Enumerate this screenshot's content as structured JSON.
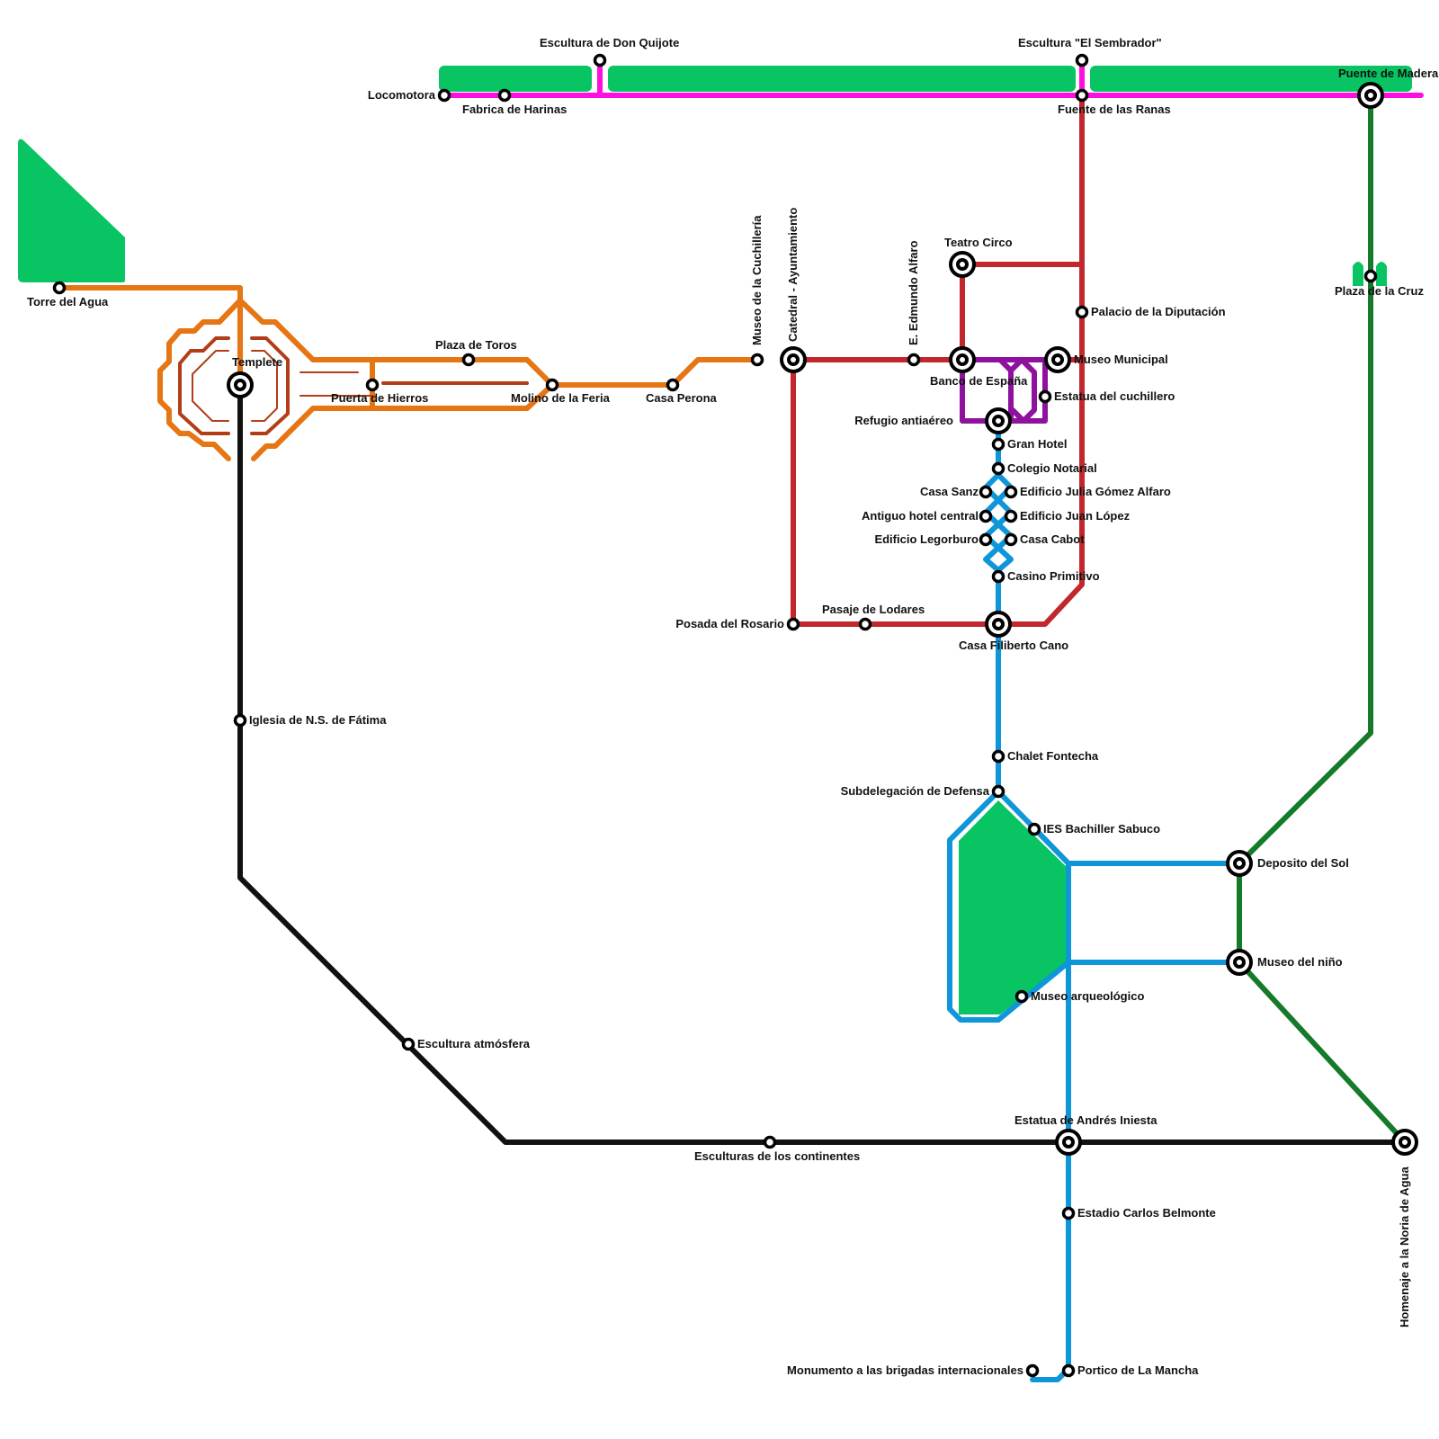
{
  "map": {
    "title": "Albacete tourist transit map",
    "lines": [
      {
        "id": "magenta",
        "color": "#ff0fdf"
      },
      {
        "id": "orange",
        "color": "#e67514"
      },
      {
        "id": "orange-dark",
        "color": "#b23e17"
      },
      {
        "id": "red",
        "color": "#c1272d"
      },
      {
        "id": "purple",
        "color": "#8e129e"
      },
      {
        "id": "blue",
        "color": "#0e96d8"
      },
      {
        "id": "green",
        "color": "#157a2a"
      },
      {
        "id": "black",
        "color": "#111111"
      }
    ],
    "park_color": "#08c463",
    "stations": [
      {
        "name": "Locomotora",
        "type": "stop"
      },
      {
        "name": "Fabrica de Harinas",
        "type": "stop"
      },
      {
        "name": "Escultura de Don Quijote",
        "type": "stop"
      },
      {
        "name": "Escultura \"El Sembrador\"",
        "type": "stop"
      },
      {
        "name": "Fuente de las Ranas",
        "type": "stop"
      },
      {
        "name": "Puente de Madera",
        "type": "interchange"
      },
      {
        "name": "Torre del Agua",
        "type": "stop"
      },
      {
        "name": "Templete",
        "type": "interchange"
      },
      {
        "name": "Plaza de Toros",
        "type": "stop"
      },
      {
        "name": "Puerta de Hierros",
        "type": "stop"
      },
      {
        "name": "Molino de la Feria",
        "type": "stop"
      },
      {
        "name": "Casa Perona",
        "type": "stop"
      },
      {
        "name": "Museo de la Cuchillería",
        "type": "stop"
      },
      {
        "name": "Catedral - Ayuntamiento",
        "type": "interchange"
      },
      {
        "name": "E. Edmundo Alfaro",
        "type": "stop"
      },
      {
        "name": "Teatro Circo",
        "type": "interchange"
      },
      {
        "name": "Banco de España",
        "type": "interchange"
      },
      {
        "name": "Museo Municipal",
        "type": "interchange"
      },
      {
        "name": "Palacio de la Diputación",
        "type": "stop"
      },
      {
        "name": "Estatua del cuchillero",
        "type": "stop"
      },
      {
        "name": "Refugio antiaéreo",
        "type": "interchange"
      },
      {
        "name": "Gran Hotel",
        "type": "stop"
      },
      {
        "name": "Colegio Notarial",
        "type": "stop"
      },
      {
        "name": "Casa Sanz",
        "type": "stop"
      },
      {
        "name": "Edificio Julia Gómez Alfaro",
        "type": "stop"
      },
      {
        "name": "Antiguo hotel central",
        "type": "stop"
      },
      {
        "name": "Edificio Juan López",
        "type": "stop"
      },
      {
        "name": "Edificio Legorburo",
        "type": "stop"
      },
      {
        "name": "Casa Cabot",
        "type": "stop"
      },
      {
        "name": "Casino Primitivo",
        "type": "stop"
      },
      {
        "name": "Posada del Rosario",
        "type": "stop"
      },
      {
        "name": "Pasaje de Lodares",
        "type": "stop"
      },
      {
        "name": "Casa Filiberto Cano",
        "type": "interchange"
      },
      {
        "name": "Plaza de la Cruz",
        "type": "stop"
      },
      {
        "name": "Iglesia de N.S. de Fátima",
        "type": "stop"
      },
      {
        "name": "Chalet Fontecha",
        "type": "stop"
      },
      {
        "name": "Subdelegación de Defensa",
        "type": "stop"
      },
      {
        "name": "IES Bachiller Sabuco",
        "type": "stop"
      },
      {
        "name": "Deposito del Sol",
        "type": "interchange"
      },
      {
        "name": "Museo del niño",
        "type": "interchange"
      },
      {
        "name": "Museo arqueológico",
        "type": "stop"
      },
      {
        "name": "Escultura atmósfera",
        "type": "stop"
      },
      {
        "name": "Esculturas de los continentes",
        "type": "stop"
      },
      {
        "name": "Estatua de Andrés Iniesta",
        "type": "interchange"
      },
      {
        "name": "Homenaje a la Noria de Agua",
        "type": "interchange"
      },
      {
        "name": "Estadio Carlos Belmonte",
        "type": "stop"
      },
      {
        "name": "Monumento a las brigadas internacionales",
        "type": "stop"
      },
      {
        "name": "Portico de La Mancha",
        "type": "stop"
      }
    ]
  }
}
